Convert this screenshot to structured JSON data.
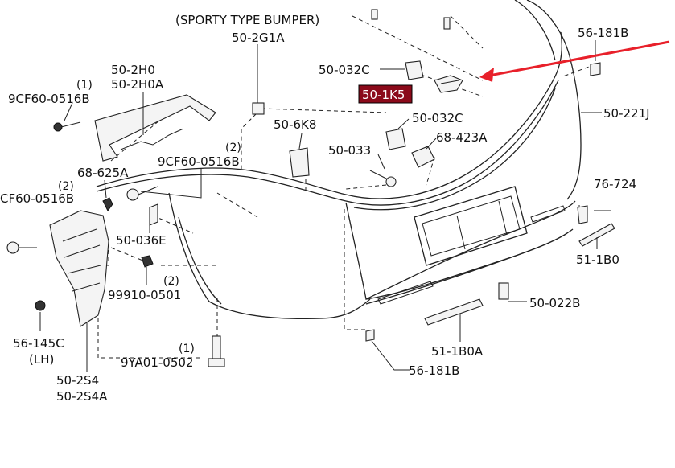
{
  "colors": {
    "highlight_bg": "#8b0a1a",
    "highlight_text": "#ffffff",
    "arrow": "#e8202a",
    "line": "#222222"
  },
  "labels": {
    "sporty_type_bumper": "(SPORTY TYPE BUMPER)",
    "p_50_2G1A": "50-2G1A",
    "p_56_181B_top": "56-181B",
    "p_50_2H0_1": "(1)",
    "p_50_2H0": "50-2H0",
    "p_50_2H0A": "50-2H0A",
    "p_9CF60_top": "9CF60-0516B",
    "p_50_032C_top": "50-032C",
    "p_50_1K5": "50-1K5",
    "p_50_221J": "50-221J",
    "p_50_6K8": "50-6K8",
    "p_50_032C_mid": "50-032C",
    "p_68_423A": "68-423A",
    "p_50_033": "50-033",
    "p_9CF60_mid_qty": "(2)",
    "p_9CF60_mid": "9CF60-0516B",
    "p_68_625A": "68-625A",
    "p_left_qty": "(2)",
    "p_left_bolt": "CF60-0516B",
    "p_50_036E": "50-036E",
    "p_76_724": "76-724",
    "p_51_1B0": "51-1B0",
    "p_99910_qty": "(2)",
    "p_99910": "99910-0501",
    "p_50_022B": "50-022B",
    "p_56_145C": "56-145C",
    "p_56_145C_lh": "(LH)",
    "p_9YA01_qty": "(1)",
    "p_9YA01": "9YA01-0502",
    "p_51_1B0A": "51-1B0A",
    "p_56_181B_bot": "56-181B",
    "p_50_2S4": "50-2S4",
    "p_50_2S4A": "50-2S4A"
  }
}
